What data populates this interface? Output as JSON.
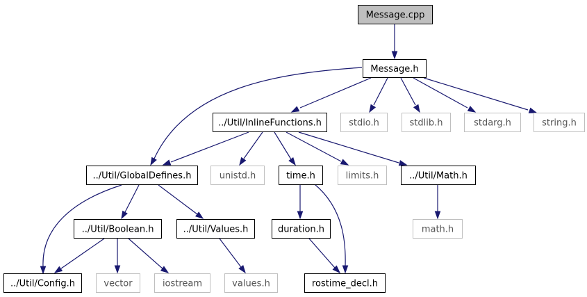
{
  "diagram": {
    "nodes": [
      {
        "id": "message_cpp",
        "label": "Message.cpp",
        "kind": "root"
      },
      {
        "id": "message_h",
        "label": "Message.h",
        "kind": "internal"
      },
      {
        "id": "inline_functions_h",
        "label": "../Util/InlineFunctions.h",
        "kind": "internal"
      },
      {
        "id": "stdio_h",
        "label": "stdio.h",
        "kind": "external"
      },
      {
        "id": "stdlib_h",
        "label": "stdlib.h",
        "kind": "external"
      },
      {
        "id": "stdarg_h",
        "label": "stdarg.h",
        "kind": "external"
      },
      {
        "id": "string_h",
        "label": "string.h",
        "kind": "external"
      },
      {
        "id": "global_defines_h",
        "label": "../Util/GlobalDefines.h",
        "kind": "internal"
      },
      {
        "id": "unistd_h",
        "label": "unistd.h",
        "kind": "external"
      },
      {
        "id": "time_h",
        "label": "time.h",
        "kind": "internal"
      },
      {
        "id": "limits_h",
        "label": "limits.h",
        "kind": "external"
      },
      {
        "id": "math_util_h",
        "label": "../Util/Math.h",
        "kind": "internal"
      },
      {
        "id": "boolean_h",
        "label": "../Util/Boolean.h",
        "kind": "internal"
      },
      {
        "id": "values_util_h",
        "label": "../Util/Values.h",
        "kind": "internal"
      },
      {
        "id": "duration_h",
        "label": "duration.h",
        "kind": "internal"
      },
      {
        "id": "math_h",
        "label": "math.h",
        "kind": "external"
      },
      {
        "id": "config_h",
        "label": "../Util/Config.h",
        "kind": "internal"
      },
      {
        "id": "vector",
        "label": "vector",
        "kind": "external"
      },
      {
        "id": "iostream",
        "label": "iostream",
        "kind": "external"
      },
      {
        "id": "values_h",
        "label": "values.h",
        "kind": "external"
      },
      {
        "id": "rostime_decl_h",
        "label": "rostime_decl.h",
        "kind": "internal"
      }
    ],
    "edges": [
      {
        "from": "message_cpp",
        "to": "message_h"
      },
      {
        "from": "message_h",
        "to": "inline_functions_h"
      },
      {
        "from": "message_h",
        "to": "stdio_h"
      },
      {
        "from": "message_h",
        "to": "stdlib_h"
      },
      {
        "from": "message_h",
        "to": "stdarg_h"
      },
      {
        "from": "message_h",
        "to": "string_h"
      },
      {
        "from": "message_h",
        "to": "global_defines_h"
      },
      {
        "from": "inline_functions_h",
        "to": "global_defines_h"
      },
      {
        "from": "inline_functions_h",
        "to": "unistd_h"
      },
      {
        "from": "inline_functions_h",
        "to": "time_h"
      },
      {
        "from": "inline_functions_h",
        "to": "limits_h"
      },
      {
        "from": "inline_functions_h",
        "to": "math_util_h"
      },
      {
        "from": "global_defines_h",
        "to": "config_h"
      },
      {
        "from": "global_defines_h",
        "to": "boolean_h"
      },
      {
        "from": "global_defines_h",
        "to": "values_util_h"
      },
      {
        "from": "boolean_h",
        "to": "config_h"
      },
      {
        "from": "boolean_h",
        "to": "vector"
      },
      {
        "from": "boolean_h",
        "to": "iostream"
      },
      {
        "from": "values_util_h",
        "to": "values_h"
      },
      {
        "from": "time_h",
        "to": "duration_h"
      },
      {
        "from": "time_h",
        "to": "rostime_decl_h"
      },
      {
        "from": "duration_h",
        "to": "rostime_decl_h"
      },
      {
        "from": "math_util_h",
        "to": "math_h"
      }
    ]
  },
  "colors": {
    "edge": "#191970",
    "root_fill": "#bfbfbf",
    "internal_border": "#000000",
    "external_border": "#bfbfbf",
    "external_text": "#555555"
  }
}
